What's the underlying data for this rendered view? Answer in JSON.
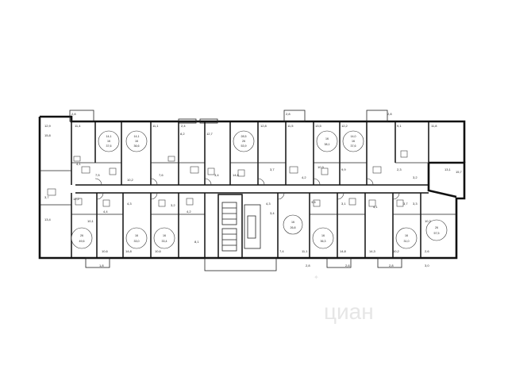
{
  "floor_plan": {
    "watermark": "циан",
    "top_apartments": [
      {
        "id": "t1",
        "rooms": "",
        "total": "",
        "living": "",
        "kitchen": "",
        "room_labels": [
          "12,9",
          "15,8"
        ]
      },
      {
        "id": "t2",
        "rooms": "1К",
        "total": "37,6",
        "living": "14,1",
        "kitchen": "",
        "room_labels": [
          "11,4",
          "4,1",
          "7,5"
        ]
      },
      {
        "id": "t3",
        "rooms": "1К",
        "total": "36,6",
        "living": "14,1",
        "kitchen": "",
        "room_labels": [
          "10,2"
        ]
      },
      {
        "id": "t4",
        "rooms": "",
        "total": "",
        "living": "",
        "kitchen": "",
        "room_labels": [
          "11,1",
          "7,6"
        ]
      },
      {
        "id": "t5",
        "rooms": "2К",
        "total": "53,9",
        "living": "28,5",
        "kitchen": "",
        "room_labels": [
          "8,2",
          "12,7",
          "14,8",
          "2,4",
          "3,4"
        ]
      },
      {
        "id": "t6",
        "rooms": "",
        "total": "",
        "living": "",
        "kitchen": "",
        "room_labels": [
          "12,8",
          "3,7",
          "11,5"
        ]
      },
      {
        "id": "t7",
        "rooms": "1К",
        "total": "38,1",
        "living": "",
        "kitchen": "",
        "room_labels": [
          "13,5",
          "10,9",
          "4,2"
        ]
      },
      {
        "id": "t8",
        "rooms": "1К",
        "total": "37,6",
        "living": "14,0",
        "kitchen": "",
        "room_labels": [
          "12,2",
          "9,9"
        ]
      },
      {
        "id": "t9",
        "rooms": "",
        "total": "",
        "living": "",
        "kitchen": "",
        "room_labels": [
          "9,1",
          "11,8",
          "2,3",
          "13,1",
          "3,2"
        ]
      }
    ],
    "bottom_apartments": [
      {
        "id": "b1",
        "rooms": "",
        "total": "",
        "living": "",
        "kitchen": "",
        "room_labels": [
          "13,4",
          "3,7",
          "12,2"
        ]
      },
      {
        "id": "b2",
        "rooms": "2К",
        "total": "49,6",
        "living": "",
        "kitchen": "",
        "room_labels": [
          "10,1",
          "4,4",
          "10,6"
        ]
      },
      {
        "id": "b3",
        "rooms": "1К",
        "total": "33,0",
        "living": "",
        "kitchen": "",
        "room_labels": [
          "4,3",
          "14,8"
        ]
      },
      {
        "id": "b4",
        "rooms": "1К",
        "total": "33,4",
        "living": "",
        "kitchen": "",
        "room_labels": [
          "3,2",
          "10,6"
        ]
      },
      {
        "id": "b5",
        "rooms": "",
        "total": "",
        "living": "",
        "kitchen": "",
        "room_labels": [
          "4,2",
          "8,1"
        ]
      },
      {
        "id": "b6",
        "rooms": "",
        "total": "",
        "living": "",
        "kitchen": "",
        "room_labels": [
          "4,3",
          "3,4",
          "7,4"
        ]
      },
      {
        "id": "b7",
        "rooms": "1К",
        "total": "26,8",
        "living": "",
        "kitchen": "",
        "room_labels": [
          "3,5",
          "11,1"
        ]
      },
      {
        "id": "b8",
        "rooms": "1К",
        "total": "36,3",
        "living": "",
        "kitchen": "",
        "room_labels": [
          "3,1",
          "14,8"
        ]
      },
      {
        "id": "b9",
        "rooms": "1К",
        "total": "31,0",
        "living": "",
        "kitchen": "",
        "room_labels": [
          "4,1",
          "14,3"
        ]
      },
      {
        "id": "b10",
        "rooms": "2К",
        "total": "57,5",
        "living": "",
        "kitchen": "",
        "room_labels": [
          "10,3",
          "3,7",
          "10,2",
          "2,6",
          "3,3"
        ]
      }
    ],
    "misc_labels": [
      "2,8",
      "2,8",
      "2,8",
      "1,8",
      "2,6",
      "15,7",
      "2,8",
      "3,0",
      "2,8"
    ]
  }
}
